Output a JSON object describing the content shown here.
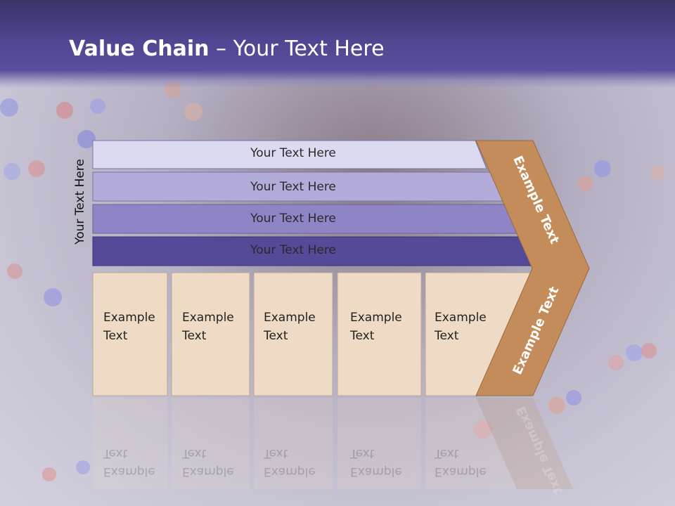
{
  "slide": {
    "title_bold": "Value Chain",
    "title_rest": " – Your Text Here",
    "side_label": "Your Text Here"
  },
  "bars": [
    {
      "label": "Your Text Here",
      "color": "#dcdaf0"
    },
    {
      "label": "Your Text Here",
      "color": "#b3acda"
    },
    {
      "label": "Your Text Here",
      "color": "#8f85c6"
    },
    {
      "label": "Your Text Here",
      "color": "#554a97"
    }
  ],
  "boxes": [
    {
      "line1": "Example",
      "line2": "Text"
    },
    {
      "line1": "Example",
      "line2": "Text"
    },
    {
      "line1": "Example",
      "line2": "Text"
    },
    {
      "line1": "Example",
      "line2": "Text"
    },
    {
      "line1": "Example",
      "line2": "Text"
    }
  ],
  "chevron": {
    "upper_label": "Example Text",
    "lower_label": "Example Text",
    "color": "#c48c5a"
  },
  "colors": {
    "header": "#4f4590",
    "box_fill": "#efdac6",
    "box_border": "#b8a898"
  }
}
